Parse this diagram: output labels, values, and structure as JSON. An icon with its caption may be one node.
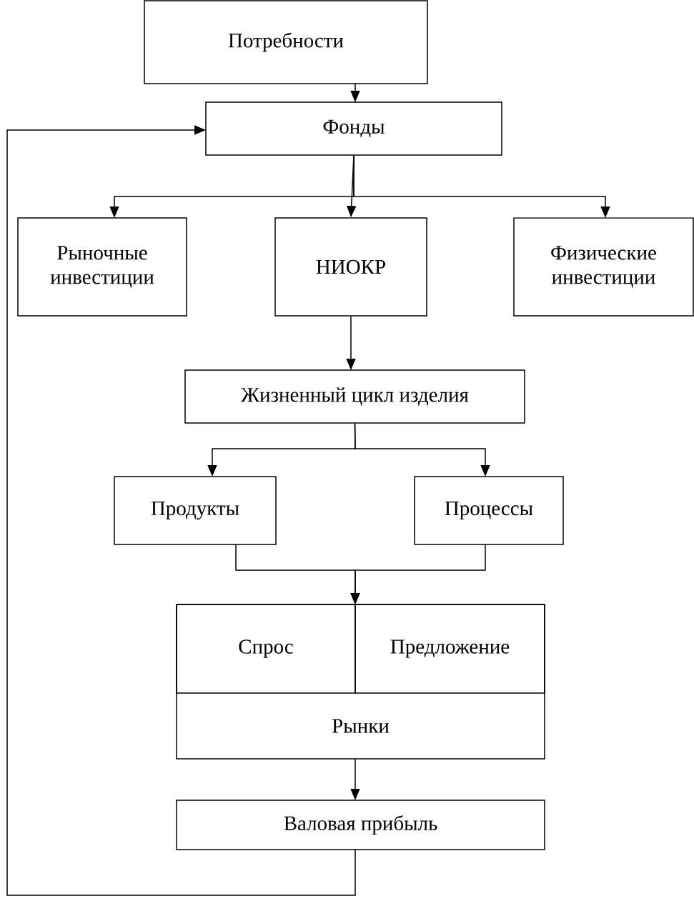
{
  "diagram": {
    "nodes": [
      {
        "text": [
          "Потребности"
        ]
      },
      {
        "text": [
          "Фонды"
        ]
      },
      {
        "text": [
          "Рыночные инвестиции"
        ]
      },
      {
        "text": [
          "НИОКР"
        ]
      },
      {
        "text": [
          "Физические инвестиции"
        ]
      },
      {
        "text": [
          "Жизненный цикл изделия"
        ]
      },
      {
        "text": [
          "Продукты"
        ]
      },
      {
        "text": [
          "Процессы"
        ]
      },
      {
        "text": [
          "Рынки"
        ]
      },
      {
        "text": [
          "Спрос"
        ],
        "in": 8
      },
      {
        "text": [
          "Предложение"
        ],
        "in": 8
      },
      {
        "text": [
          "Валовая прибыль"
        ]
      }
    ],
    "edges": [
      {
        "from": 0,
        "to": 1,
        "arrow": "to"
      },
      {
        "from": 1,
        "to": 2,
        "arrow": "to"
      },
      {
        "from": 1,
        "to": 3,
        "arrow": "to"
      },
      {
        "from": 1,
        "to": 4,
        "arrow": "to"
      },
      {
        "from": 3,
        "to": 5,
        "arrow": "to"
      },
      {
        "from": 5,
        "to": 6,
        "arrow": "to"
      },
      {
        "from": 5,
        "to": 7,
        "arrow": "to"
      },
      {
        "from": 6,
        "to": 8,
        "arrow": "to"
      },
      {
        "from": 7,
        "to": 8,
        "arrow": "to"
      },
      {
        "from": 8,
        "to": 11,
        "arrow": "to"
      },
      {
        "from": 11,
        "to": 1,
        "arrow": "to"
      }
    ]
  }
}
